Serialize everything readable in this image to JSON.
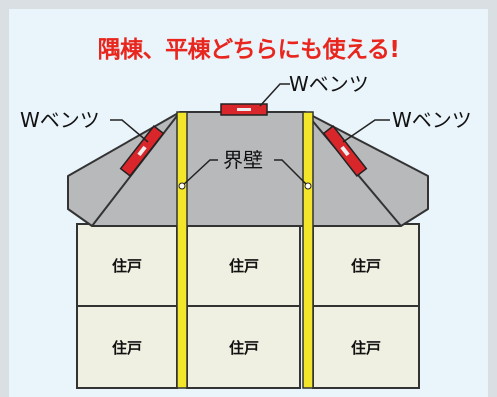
{
  "headline": "隅棟、平棟どちらにも使える!",
  "labels": {
    "top_vent": "Wベンツ",
    "left_vent": "Wベンツ",
    "right_vent": "Wベンツ",
    "party_wall": "界壁"
  },
  "units": {
    "top_row": [
      "住戸",
      "住戸",
      "住戸"
    ],
    "bottom_row": [
      "住戸",
      "住戸",
      "住戸"
    ]
  },
  "colors": {
    "headline": "#e8261e",
    "roof": "#b7b9bb",
    "unit_fill": "#efefe2",
    "wall": "#f2e52a",
    "vent": "#d8262b",
    "background": "#eaf4fb"
  }
}
